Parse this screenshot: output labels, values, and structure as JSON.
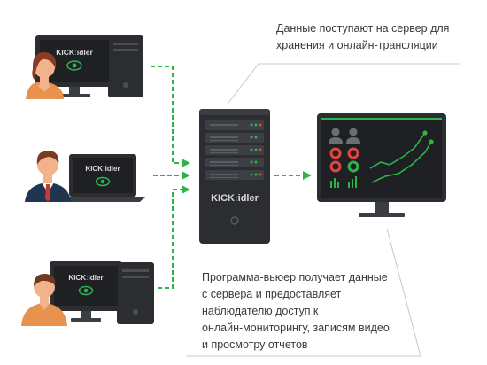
{
  "captions": {
    "server_note": [
      "Данные поступают на сервер для",
      "хранения и онлайн-трансляции"
    ],
    "viewer_note": [
      "Программа-вьюер получает данные",
      "с сервера и предоставляет",
      "наблюдателю доступ к",
      "онлайн-мониторингу, записям видео",
      "и просмотру отчетов"
    ]
  },
  "brand": {
    "prefix": "KICK",
    "suffix": "idler"
  },
  "colors": {
    "accent_green": "#2db34a",
    "dark_device": "#2b2d30",
    "screen_dark": "#1e2023",
    "alert_red": "#e0463f",
    "skin": "#f2b28b",
    "suit": "#1f3550"
  },
  "icons": [
    "eye-icon",
    "user-icon",
    "donut-chart-icon",
    "bar-chart-icon",
    "line-chart-icon",
    "arrow-icon"
  ]
}
